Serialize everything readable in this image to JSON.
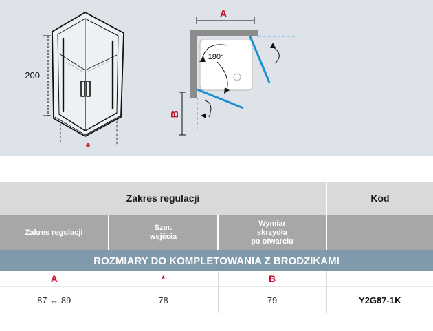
{
  "diagram": {
    "height_label": "200",
    "dim_a_label": "A",
    "dim_b_label": "B",
    "angle_label": "180°",
    "asterisk": "*",
    "colors": {
      "glass_blue": "#1c8fd0",
      "dim_red": "#c8102e",
      "wall_gray": "#8c8c8c"
    }
  },
  "table": {
    "header_main": "Zakres regulacji",
    "header_code": "Kod",
    "sub_col1": "Zakres regulacji",
    "sub_col2_line1": "Szer.",
    "sub_col2_line2": "wejścia",
    "sub_col3_line1": "Wymiar",
    "sub_col3_line2": "skrzydła",
    "sub_col3_line3": "po otwarciu",
    "section_title": "ROZMIARY DO KOMPLETOWANIA Z BRODZIKAMI",
    "letters": [
      "A",
      "*",
      "B"
    ],
    "values": {
      "range": "87 ↔ 89",
      "entry_width": "78",
      "wing_size": "79",
      "code": "Y2G87-1K"
    }
  }
}
